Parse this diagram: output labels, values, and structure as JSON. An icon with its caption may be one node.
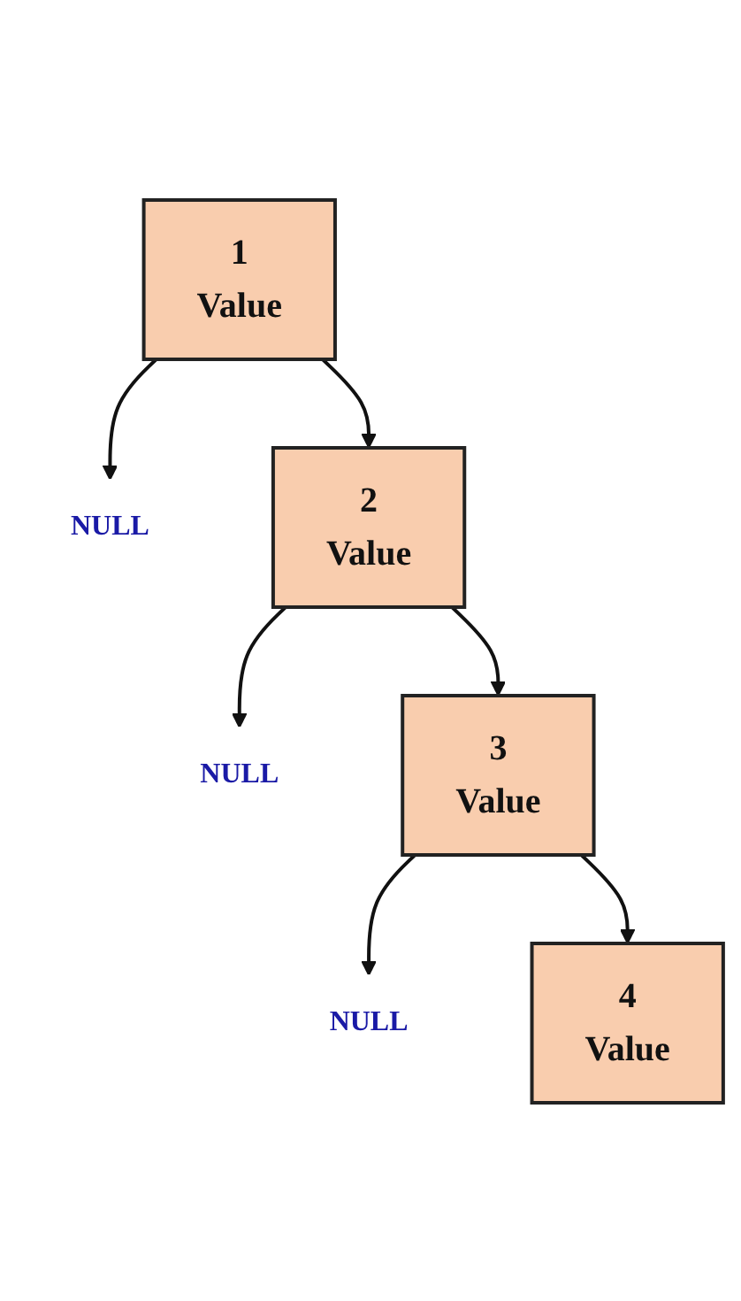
{
  "diagram": {
    "nodes": [
      {
        "text": [
          "1",
          "Value"
        ]
      },
      {
        "text": [
          "NULL"
        ]
      },
      {
        "text": [
          "2",
          "Value"
        ]
      },
      {
        "text": [
          "NULL"
        ]
      },
      {
        "text": [
          "3",
          "Value"
        ]
      },
      {
        "text": [
          "NULL"
        ]
      },
      {
        "text": [
          "4",
          "Value"
        ]
      }
    ],
    "edges": [
      {
        "from": 0,
        "to": 1,
        "arrow": "to"
      },
      {
        "from": 0,
        "to": 2,
        "arrow": "to"
      },
      {
        "from": 2,
        "to": 3,
        "arrow": "to"
      },
      {
        "from": 2,
        "to": 4,
        "arrow": "to"
      },
      {
        "from": 4,
        "to": 5,
        "arrow": "to"
      },
      {
        "from": 4,
        "to": 6,
        "arrow": "to"
      }
    ]
  }
}
